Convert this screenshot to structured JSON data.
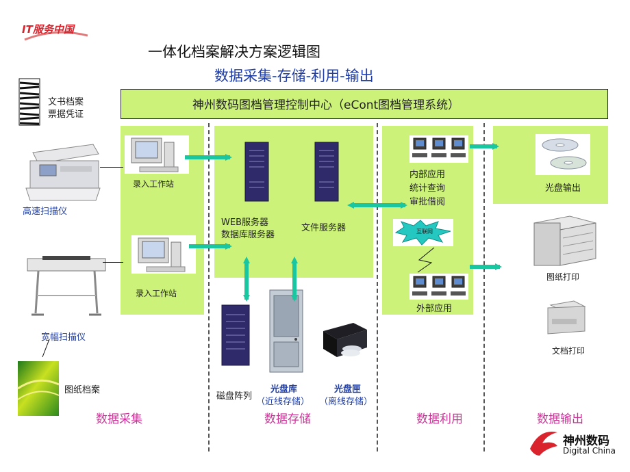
{
  "brand": {
    "it_logo": "IT服务中国",
    "company_cn": "神州数码",
    "company_en": "Digital China"
  },
  "title": "一体化档案解决方案逻辑图",
  "subtitle": "数据采集-存储-利用-输出",
  "control_center": "神州数码图档管理控制中心（eCont图档管理系统）",
  "sources": {
    "documents_line1": "文书档案",
    "documents_line2": "票据凭证",
    "high_speed_scanner": "高速扫描仪",
    "wide_scanner": "宽幅扫描仪",
    "drawing_archive": "图纸档案"
  },
  "collection": {
    "workstation_top": "录入工作站",
    "workstation_bottom": "录入工作站"
  },
  "storage": {
    "web_server_line1": "WEB服务器",
    "web_server_line2": "数据库服务器",
    "file_server": "文件服务器",
    "disk_array": "磁盘阵列",
    "optical_library": "光盘库",
    "optical_library_note": "（近线存储）",
    "optical_box": "光盘匣",
    "optical_box_note": "（离线存储）"
  },
  "usage": {
    "internal_line1": "内部应用",
    "internal_line2": "统计查询",
    "internal_line3": "审批借阅",
    "internet": "互联网",
    "external": "外部应用"
  },
  "output": {
    "disc_output": "光盘输出",
    "drawing_print": "图纸打印",
    "document_print": "文档打印"
  },
  "stages": [
    "数据采集",
    "数据存储",
    "数据利用",
    "数据输出"
  ],
  "colors": {
    "zone_fill": "#ccf27a",
    "stage_label": "#cc3399",
    "arrow": "#19c6a0",
    "brand_red": "#d9232d",
    "subtitle_blue": "#1f3ea8"
  }
}
